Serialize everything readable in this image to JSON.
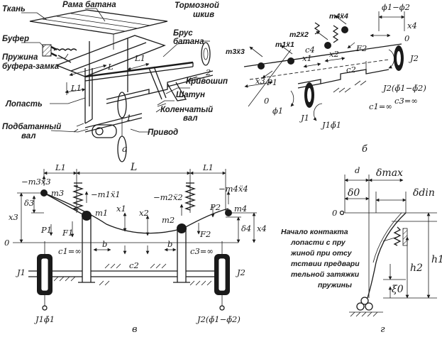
{
  "panel_a": {
    "tag": "а",
    "labels": {
      "fabric": "Ткань",
      "sley_frame": "Рама батана",
      "brake_pulley_1": "Тормозной",
      "brake_pulley_2": "шкив",
      "buffer": "Буфер",
      "sley_beam_1": "Брус",
      "sley_beam_2": "батана",
      "spring_1": "Пружина",
      "spring_2": "буфера-замка",
      "crank": "Кривошип",
      "blade": "Лопасть",
      "rod": "Шатун",
      "crankshaft_1": "Коленчатый",
      "crankshaft_2": "вал",
      "under_shaft_1": "Подбатанный",
      "under_shaft_2": "вал",
      "drive": "Привод",
      "dim_L": "L",
      "dim_L1_left": "L1",
      "dim_L1_right": "L1",
      "num_1": "1",
      "num_2": "2"
    }
  },
  "panel_b": {
    "tag": "б",
    "labels": {
      "m4x4": "m4ẍ4",
      "phi_diff": "ϕ1−ϕ2",
      "x4": "x4",
      "zero_top": "0",
      "m2x2": "m2ẍ2",
      "m1x1": "m1ẍ1",
      "m3x3": "m3ẍ3",
      "c4": "c4",
      "F2": "F2",
      "J2": "J2",
      "x1": "x1",
      "x2": "x2",
      "P1": "P1",
      "c2": "c2",
      "J2_torque": "J2(ϕ̈1−ϕ̈2)",
      "x3": "x3",
      "zero_bottom": "0",
      "c3": "c3=∞",
      "c1": "c1=∞",
      "phi1": "ϕ1",
      "J1": "J1",
      "J1_torque": "J1ϕ̈1"
    }
  },
  "panel_v": {
    "tag": "в",
    "labels": {
      "L1_left": "L1",
      "L": "L",
      "L1_right": "L1",
      "m3x3": "−m3ẍ3",
      "m3": "m3",
      "m1x1": "−m1ẍ1",
      "m2x2": "−m2ẍ2",
      "m4x4": "−m4ẍ4",
      "delta3": "δ3",
      "x1": "x1",
      "x2": "x2",
      "P2": "P2",
      "m4": "m4",
      "m1": "m1",
      "m2": "m2",
      "x3": "x3",
      "P1": "P1",
      "F1": "F1",
      "F2": "F2",
      "delta4": "δ4",
      "x4": "x4",
      "zero": "0",
      "c1": "c1=∞",
      "c3": "c3=∞",
      "b_left": "b",
      "b_right": "b",
      "J1": "J1",
      "c2": "c2",
      "J2": "J2",
      "J1_torque": "J1ϕ̈1",
      "J2_torque": "J2(ϕ̈1−ϕ̈2)"
    }
  },
  "panel_g": {
    "tag": "г",
    "labels": {
      "d": "d",
      "delta_max": "δmax",
      "delta0": "δ0",
      "delta_din": "δdin",
      "zero": "0",
      "caption_1": "Начало контакта",
      "caption_2": "лопасти с пру",
      "caption_3": "жиной при отсу",
      "caption_4": "тствии предвари",
      "caption_5": "тельной затяжки",
      "caption_6": "пружины",
      "h1": "h1",
      "h2": "h2",
      "xi0": "ξ0"
    }
  }
}
